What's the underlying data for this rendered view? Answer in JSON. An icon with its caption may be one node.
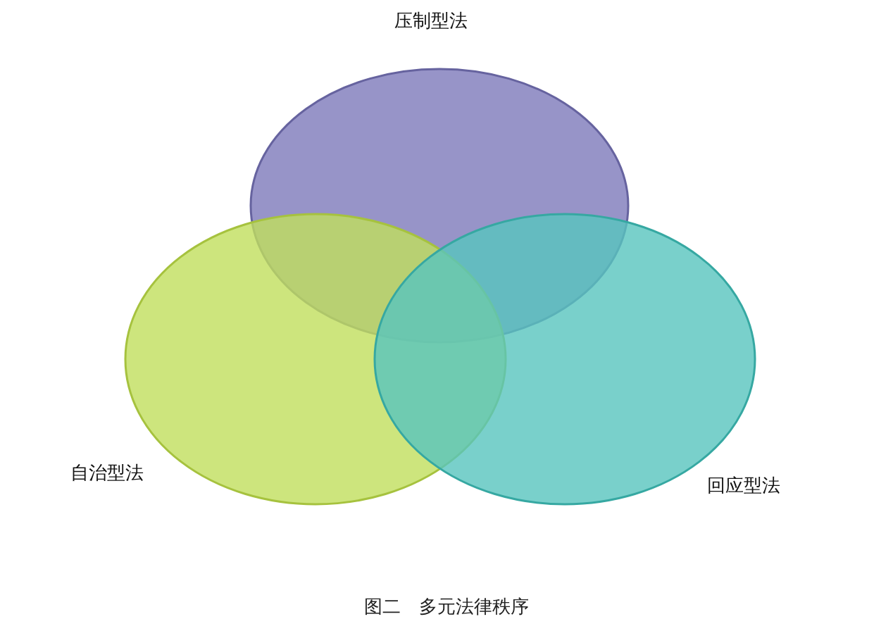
{
  "diagram": {
    "caption": "图二　多元法律秩序",
    "nodes": [
      {
        "text": [
          "压制型法"
        ]
      },
      {
        "text": [
          "自治型法"
        ]
      },
      {
        "text": [
          "回应型法"
        ]
      }
    ]
  }
}
